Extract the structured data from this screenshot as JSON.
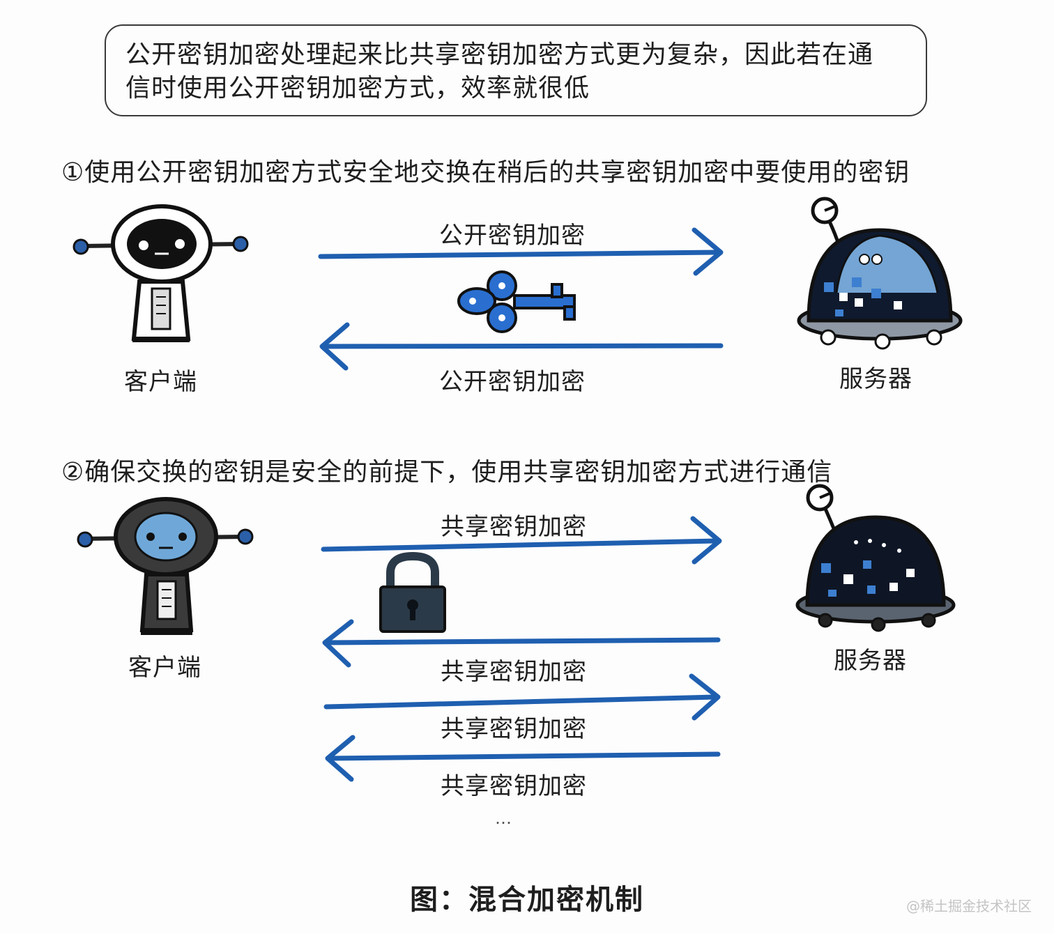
{
  "note": {
    "line1": "公开密钥加密处理起来比共享密钥加密方式更为复杂，因此若在通",
    "line2": "信时使用公开密钥加密方式，效率就很低"
  },
  "step1": {
    "title": "①使用公开密钥加密方式安全地交换在稍后的共享密钥加密中要使用的密钥",
    "client_label": "客户端",
    "server_label": "服务器",
    "arrow_top_label": "公开密钥加密",
    "arrow_bottom_label": "公开密钥加密"
  },
  "step2": {
    "title": "②确保交换的密钥是安全的前提下，使用共享密钥加密方式进行通信",
    "client_label": "客户端",
    "server_label": "服务器",
    "arrow_labels": [
      "共享密钥加密",
      "共享密钥加密",
      "共享密钥加密",
      "共享密钥加密"
    ],
    "ellipsis": "…"
  },
  "caption": "图：混合加密机制",
  "watermark": "@稀土掘金技术社区",
  "colors": {
    "arrow": "#1f5fb0",
    "key": "#2a6fd0",
    "lock": "#2b3a48",
    "robot_dark": "#111111",
    "robot_blue": "#6fa8d8"
  }
}
